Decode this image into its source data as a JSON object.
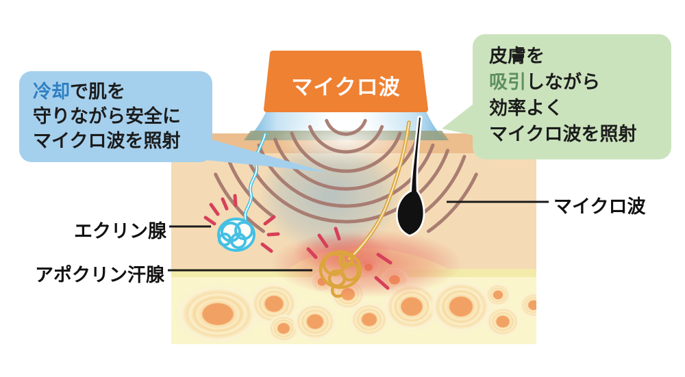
{
  "device": {
    "label": "マイクロ波"
  },
  "left_bubble": {
    "highlight": "冷却",
    "rest1": "で肌を",
    "line2": "守りながら安全に",
    "line3": "マイクロ波を照射"
  },
  "right_bubble": {
    "line1": "皮膚を",
    "highlight": "吸引",
    "rest2": "しながら",
    "line3": "効率よく",
    "line4": "マイクロ波を照射"
  },
  "labels": {
    "eccrine": "エクリン腺",
    "apocrine": "アポクリン汗腺",
    "microwave": "マイクロ波"
  },
  "colors": {
    "device_orange": "#EF8133",
    "cooling_plate_blue": "#6FB3DE",
    "contact_band_sage": "#99A07E",
    "bubble_blue": "#A5D0ED",
    "bubble_green": "#CBE3BD",
    "highlight_blue": "#2E7FC2",
    "highlight_green": "#5E8F60",
    "wave_arc_brown": "#A6796F",
    "epidermis_tan": "#ECBD8D",
    "dermis_beige": "#F4DBB5",
    "fat_layer_yellow": "#FAF5CB",
    "fat_cell_orange": "#F2A164",
    "eccrine_duct_blue": "#45C0E3",
    "apocrine_duct_gold": "#DCA53D",
    "spark_red": "#D6405A",
    "heat_glow_red": "#E4534F",
    "cool_haze_blue": "#89AFC9",
    "label_text": "#111111"
  }
}
